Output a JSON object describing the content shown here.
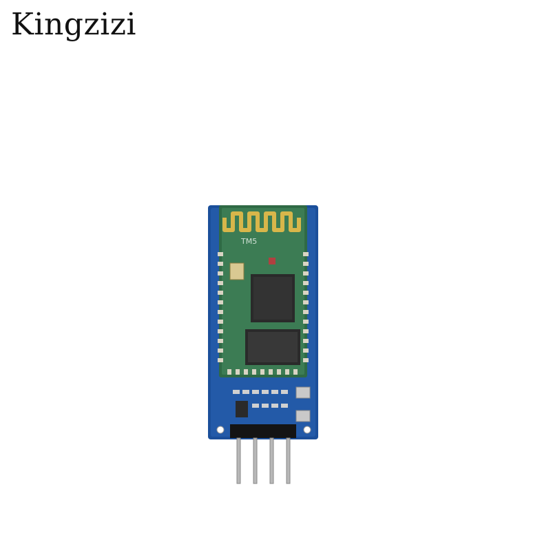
{
  "brand": {
    "name": "Kingzizi"
  },
  "product": {
    "image": "hc-06-bluetooth-module",
    "printed_text": "TM5",
    "colors": {
      "pcb_blue": "#1b4f9a",
      "module_green": "#2f6a45",
      "antenna_gold": "#d8b64a",
      "chip_black": "#2a2a2a",
      "pin_metal": "#b8b8b8",
      "header_black": "#141414"
    }
  }
}
